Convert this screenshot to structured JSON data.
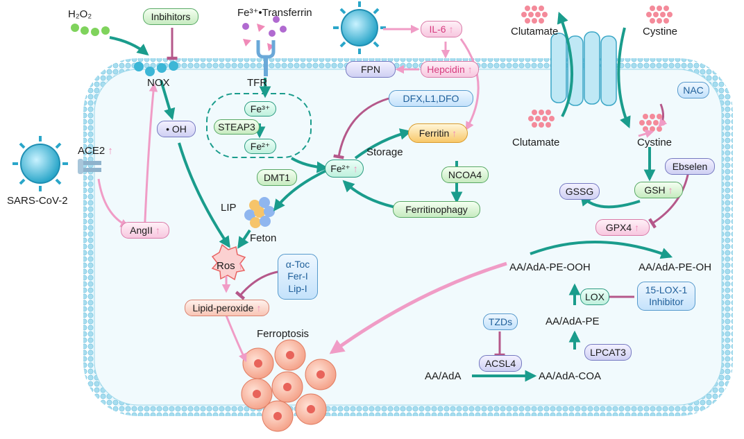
{
  "labels": {
    "h2o2": "H₂O₂",
    "inhibitors": "Inbihitors",
    "nox": "NOX",
    "fe_transferrin": "Fe³⁺•Transferrin",
    "tfr": "TFR",
    "il6": "IL-6",
    "hepcidin": "Hepcidin",
    "fpn": "FPN",
    "clutamate_top": "Clutamate",
    "cystine_top": "Cystine",
    "fe3": "Fe³⁺",
    "steap3": "STEAP3",
    "fe2_inner": "Fe²⁺",
    "dfx": "DFX,L1,DFO",
    "ferritin": "Ferritin",
    "storage": "Storage",
    "nac": "NAC",
    "clutamate_mid": "Clutamate",
    "cystine_mid": "Cystine",
    "ace2": "ACE2",
    "oh": "• OH",
    "dmt1": "DMT1",
    "fe2_main": "Fe²⁺",
    "ncoa4": "NCOA4",
    "ebselen": "Ebselen",
    "gssg": "GSSG",
    "gsh": "GSH",
    "sars": "SARS-CoV-2",
    "lip": "LIP",
    "ferritinophagy": "Ferritinophagy",
    "gpx4": "GPX4",
    "angii": "AngII",
    "feton": "Feton",
    "ros": "Ros",
    "atoc": "α-Toc\nFer-I\nLip-I",
    "aa_ooh": "AA/AdA-PE-OOH",
    "aa_oh": "AA/AdA-PE-OH",
    "lox": "LOX",
    "lox_inhib": "15-LOX-1\nInhibitor",
    "lipid_perox": "Lipid-peroxide",
    "ferroptosis": "Ferroptosis",
    "aa_pe": "AA/AdA-PE",
    "tzds": "TZDs",
    "lpcat3": "LPCAT3",
    "acsl4": "ACSL4",
    "aa_ada": "AA/AdA",
    "aa_coa": "AA/AdA-COA"
  },
  "colors": {
    "membrane": "#8fd3e8",
    "cytoplasm": "#eef9fd",
    "teal_arrow": "#1a9c8c",
    "pink_arrow": "#f09cc6",
    "inhibit": "#b5588a",
    "virus": "#2aa6c9"
  }
}
